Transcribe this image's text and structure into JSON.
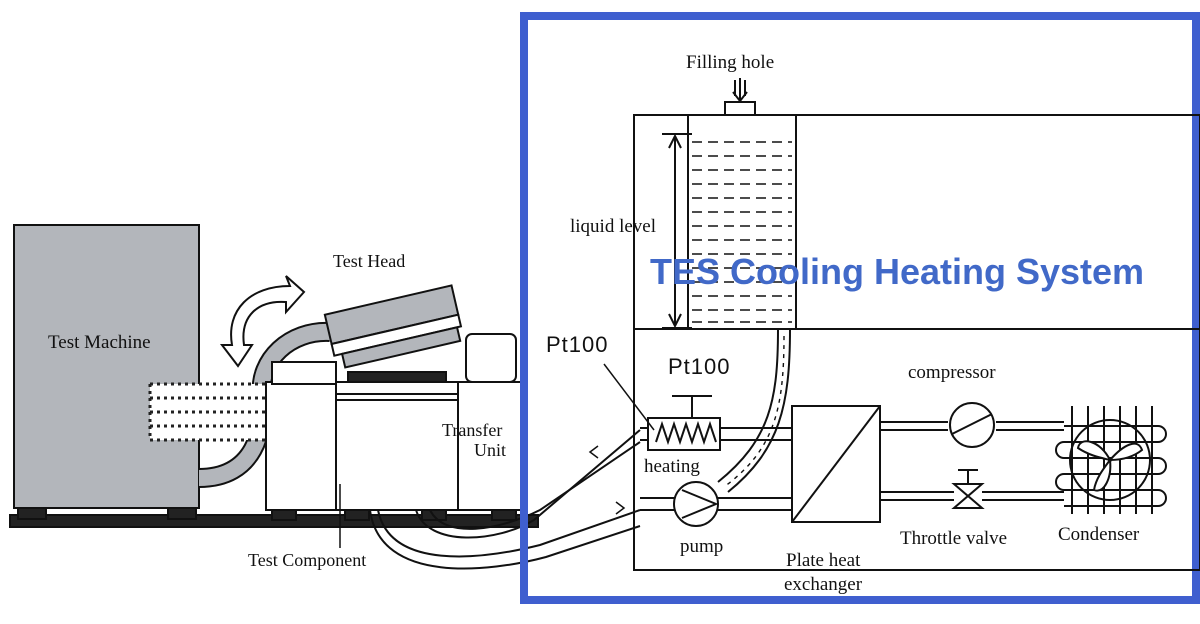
{
  "labels": {
    "title": "TES Cooling Heating System",
    "filling_hole": "Filling hole",
    "liquid_level": "liquid level",
    "pt100_left": "Pt100",
    "pt100_right": "Pt100",
    "heating": "heating",
    "pump": "pump",
    "compressor": "compressor",
    "throttle_valve": "Throttle valve",
    "condenser": "Condenser",
    "plate_heat_exchanger_line1": "Plate heat",
    "plate_heat_exchanger_line2": "exchanger",
    "test_machine": "Test Machine",
    "test_head": "Test Head",
    "transfer_unit_line1": "Transfer",
    "transfer_unit_line2": "Unit",
    "test_component": "Test Component"
  },
  "colors": {
    "frame_blue": "#3f5fcf",
    "title_blue": "#4169c8",
    "machine_gray": "#b3b6bb",
    "line_black": "#111111"
  }
}
